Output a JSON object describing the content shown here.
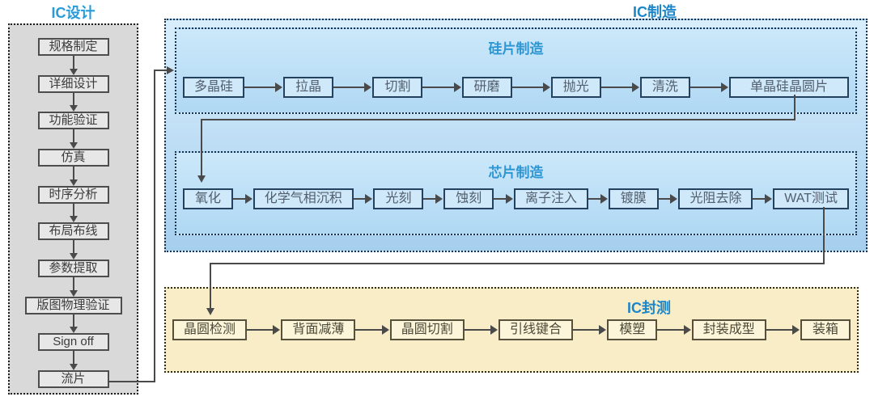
{
  "design": {
    "title": "IC设计",
    "steps": [
      "规格制定",
      "详细设计",
      "功能验证",
      "仿真",
      "时序分析",
      "布局布线",
      "参数提取",
      "版图物理验证",
      "Sign off",
      "流片"
    ]
  },
  "manufacture": {
    "title": "IC制造",
    "wafer": {
      "title": "硅片制造",
      "steps": [
        "多晶硅",
        "拉晶",
        "切割",
        "研磨",
        "抛光",
        "清洗",
        "单晶硅晶圆片"
      ]
    },
    "chip": {
      "title": "芯片制造",
      "steps": [
        "氧化",
        "化学气相沉积",
        "光刻",
        "蚀刻",
        "离子注入",
        "镀膜",
        "光阻去除",
        "WAT测试"
      ]
    }
  },
  "package_test": {
    "title": "IC封测",
    "steps": [
      "晶圆检测",
      "背面减薄",
      "晶圆切割",
      "引线键合",
      "模塑",
      "封装成型",
      "装箱"
    ]
  },
  "colors": {
    "title_blue": "#1d86c8",
    "inner_title_blue": "#2e96d2",
    "design_panel_bg": "#d9d9d9",
    "manufacture_bg": "#bfdff5",
    "package_bg": "#f9edc8",
    "connector": "#4a4a4a"
  }
}
